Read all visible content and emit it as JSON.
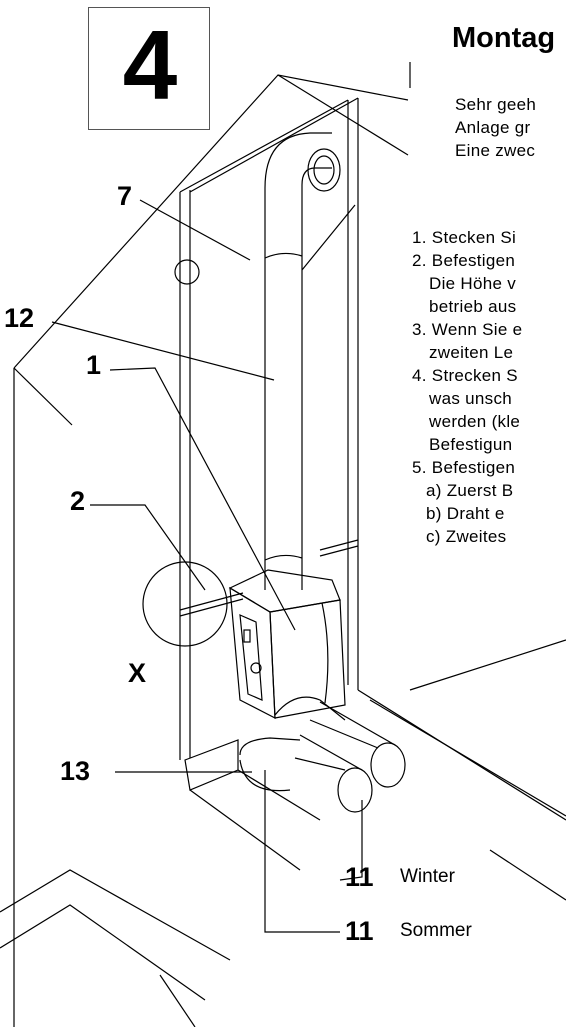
{
  "step_number": "4",
  "title": "Montag",
  "intro_lines": [
    "Sehr geeh",
    "Anlage gr",
    "Eine zwec"
  ],
  "steps": [
    "1. Stecken Si",
    "2. Befestigen",
    "Die Höhe v",
    "betrieb aus",
    "3. Wenn Sie e",
    "zweiten Le",
    "4. Strecken S",
    "was unsch",
    "werden (kle",
    "Befestigun",
    "5. Befestigen",
    "a) Zuerst B",
    "b) Draht e",
    "c) Zweites"
  ],
  "callouts": {
    "c7": "7",
    "c12": "12",
    "c1": "1",
    "c2": "2",
    "cx": "X",
    "c13": "13",
    "c11_winter": "11",
    "c11_sommer": "11"
  },
  "captions": {
    "winter": "Winter",
    "sommer": "Sommer"
  }
}
